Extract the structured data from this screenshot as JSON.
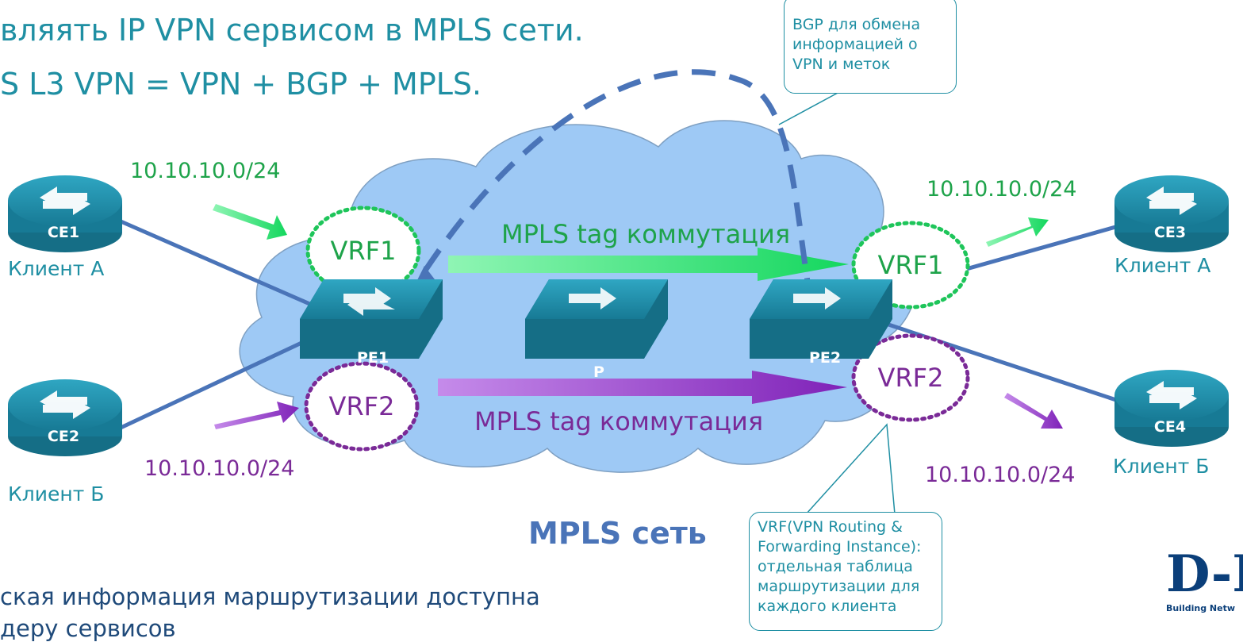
{
  "header": {
    "line1": "вляять IP VPN сервисом в MPLS сети.",
    "line2": "S L3 VPN = VPN + BGP + MPLS."
  },
  "footer": {
    "line1": "ская информация маршрутизации доступна",
    "line2": "деру сервисов"
  },
  "callouts": {
    "bgp": "BGP для обмена информацией о VPN и меток",
    "vrf": "VRF(VPN Routing & Forwarding Instance): отдельная таблица маршрутизации для каждого клиента"
  },
  "cloud_label": "MPLS сеть",
  "paths": {
    "green_label": "MPLS tag коммутация",
    "purple_label": "MPLS tag коммутация"
  },
  "vrfs": {
    "pe1_vrf1": "VRF1",
    "pe1_vrf2": "VRF2",
    "pe2_vrf1": "VRF1",
    "pe2_vrf2": "VRF2"
  },
  "devices": {
    "ce1": "CE1",
    "ce2": "CE2",
    "ce3": "CE3",
    "ce4": "CE4",
    "pe1": "PE1",
    "p": "P",
    "pe2": "PE2"
  },
  "clients": {
    "ce1": "Клиент А",
    "ce2": "Клиент Б",
    "ce3": "Клиент А",
    "ce4": "Клиент Б"
  },
  "networks": {
    "ce1": "10.10.10.0/24",
    "ce2": "10.10.10.0/24",
    "ce3": "10.10.10.0/24",
    "ce4": "10.10.10.0/24"
  },
  "logo": {
    "text": "D-Li",
    "tagline": "Building Netw"
  },
  "colors": {
    "cloud": "#9ec9f5",
    "device": "#1d8aa6",
    "link": "#4a74b8",
    "green": "#22e06a",
    "purple": "#8a2dc0",
    "accent_text": "#1f8fa3"
  }
}
